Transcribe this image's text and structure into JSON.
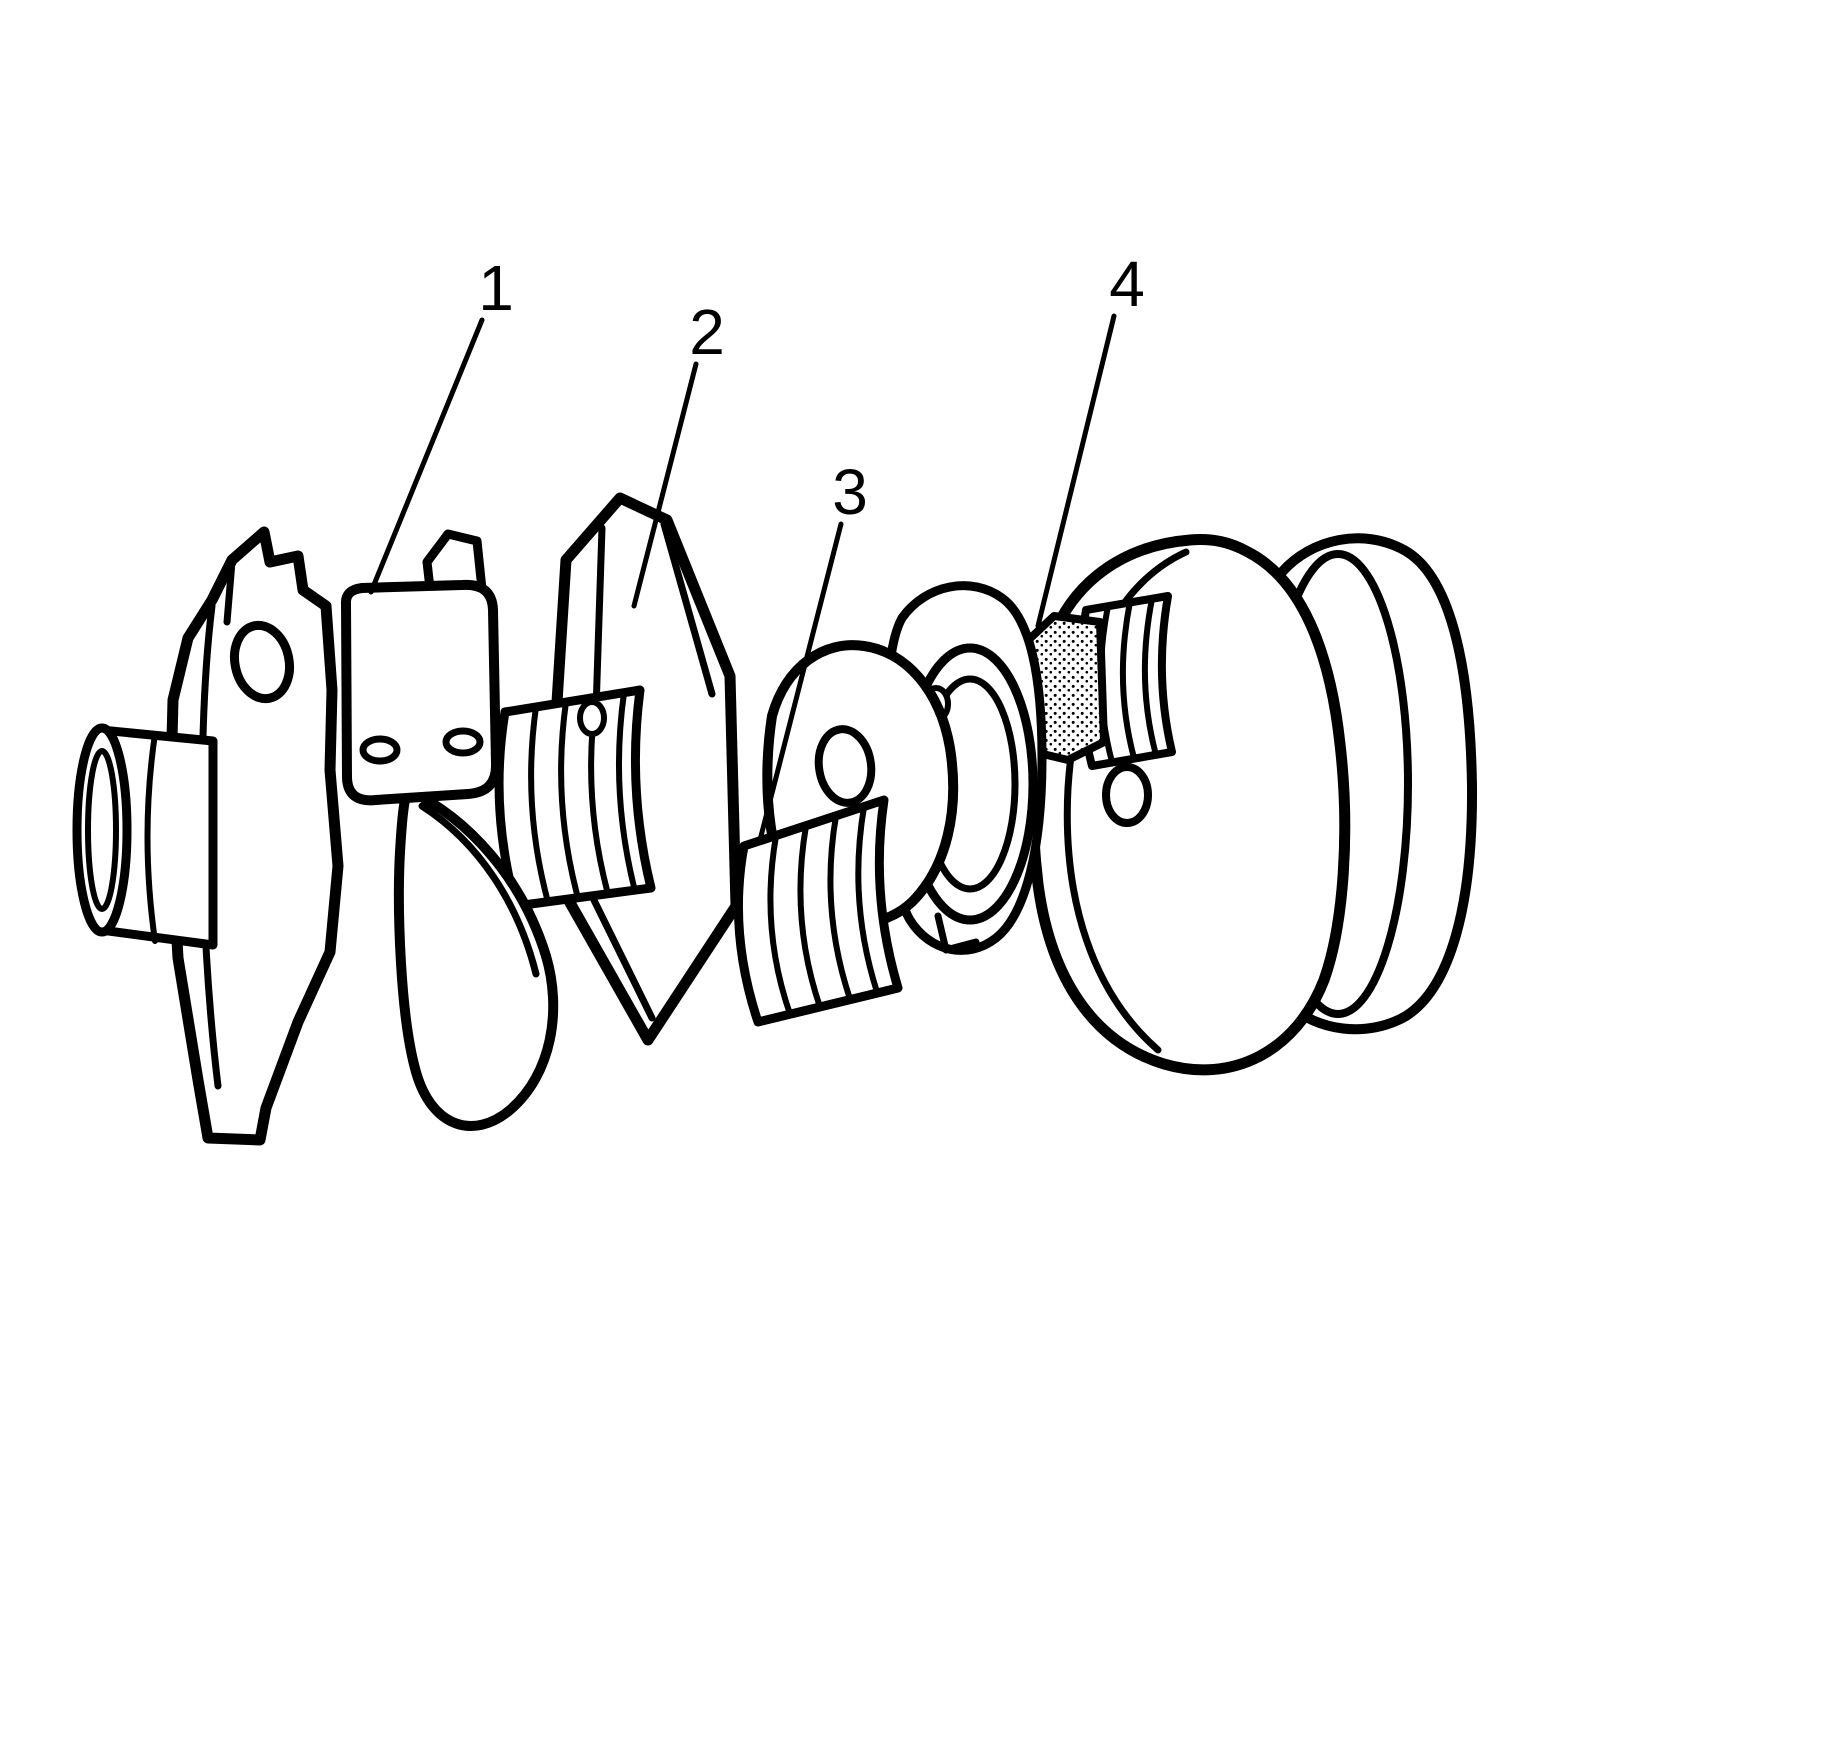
{
  "figure": {
    "background_color": "#ffffff",
    "line_color": "#000000",
    "callouts": [
      {
        "label": "1"
      },
      {
        "label": "2"
      },
      {
        "label": "3"
      },
      {
        "label": "4"
      }
    ]
  }
}
